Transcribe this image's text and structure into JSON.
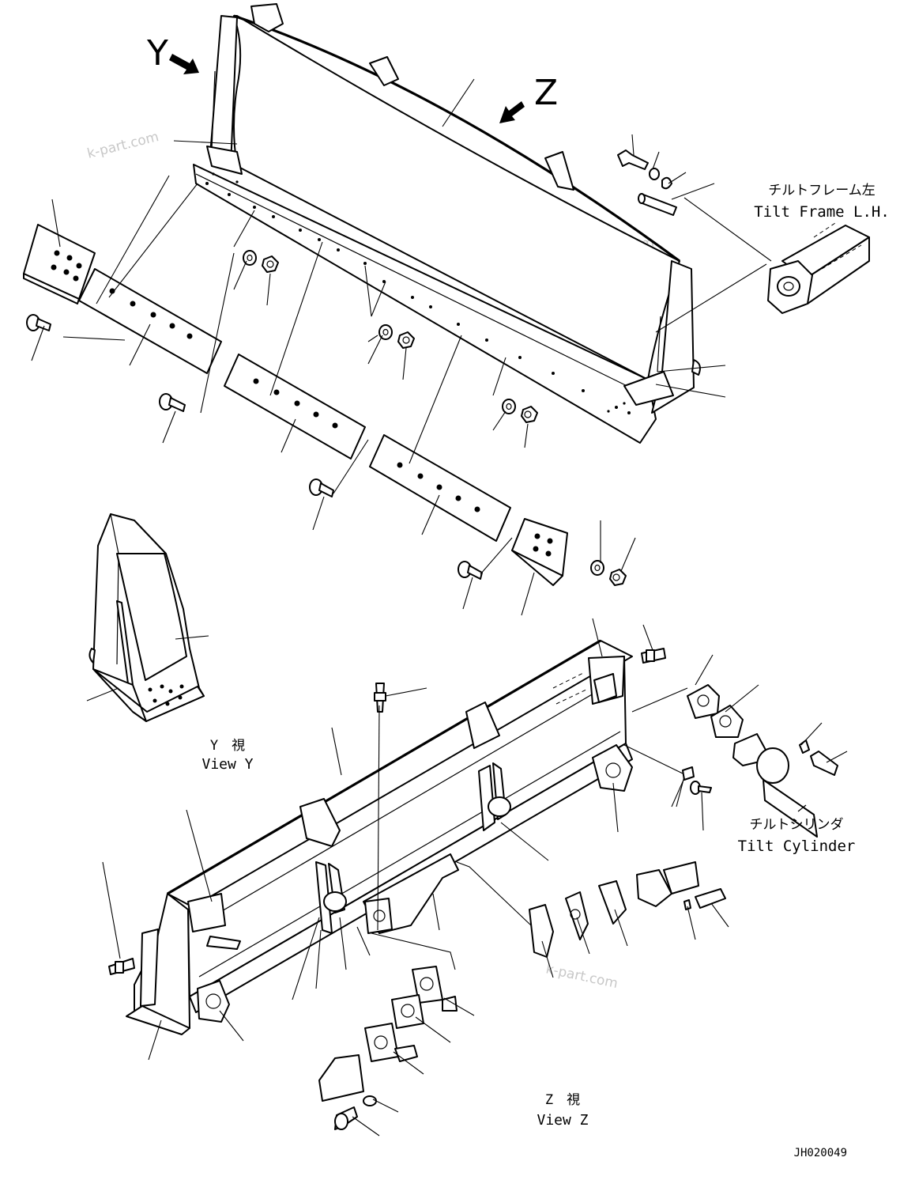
{
  "direction_labels": {
    "y": "Y",
    "z": "Z"
  },
  "callouts": {
    "tilt_frame": {
      "jp": "チルトフレーム左",
      "en": "Tilt Frame L.H."
    },
    "tilt_cylinder": {
      "jp": "チルトシリンダ",
      "en": "Tilt Cylinder"
    },
    "view_y": {
      "jp": "Y　視",
      "en": "View Y"
    },
    "view_z": {
      "jp": "Z　視",
      "en": "View Z"
    }
  },
  "watermark": "k-part.com",
  "drawing_code": "JH020049"
}
